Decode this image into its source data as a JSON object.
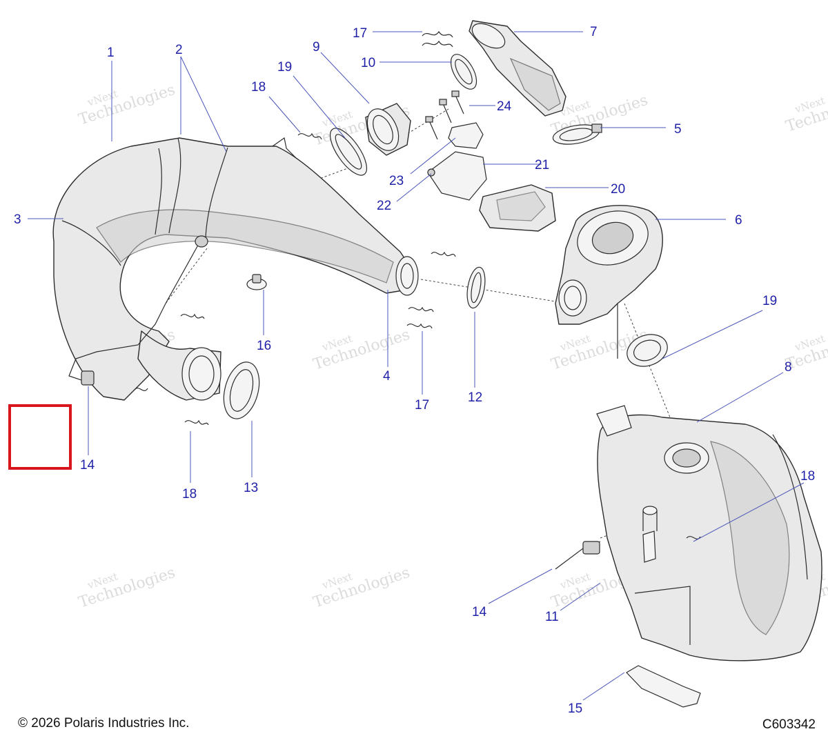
{
  "copyright": "© 2026 Polaris Industries Inc.",
  "diagram_id": "C603342",
  "watermark": {
    "line1": "vNext",
    "line2": "Technologies"
  },
  "callouts": [
    {
      "id": "c1",
      "label": "1"
    },
    {
      "id": "c2",
      "label": "2"
    },
    {
      "id": "c3",
      "label": "3"
    },
    {
      "id": "c4",
      "label": "4"
    },
    {
      "id": "c5",
      "label": "5"
    },
    {
      "id": "c6",
      "label": "6"
    },
    {
      "id": "c7",
      "label": "7"
    },
    {
      "id": "c8",
      "label": "8"
    },
    {
      "id": "c9",
      "label": "9"
    },
    {
      "id": "c10",
      "label": "10"
    },
    {
      "id": "c11",
      "label": "11"
    },
    {
      "id": "c12",
      "label": "12"
    },
    {
      "id": "c13",
      "label": "13"
    },
    {
      "id": "c14a",
      "label": "14"
    },
    {
      "id": "c14b",
      "label": "14"
    },
    {
      "id": "c15",
      "label": "15"
    },
    {
      "id": "c16",
      "label": "16"
    },
    {
      "id": "c17a",
      "label": "17"
    },
    {
      "id": "c17b",
      "label": "17"
    },
    {
      "id": "c18a",
      "label": "18"
    },
    {
      "id": "c18b",
      "label": "18"
    },
    {
      "id": "c18c",
      "label": "18"
    },
    {
      "id": "c19a",
      "label": "19"
    },
    {
      "id": "c19b",
      "label": "19"
    },
    {
      "id": "c20",
      "label": "20"
    },
    {
      "id": "c21",
      "label": "21"
    },
    {
      "id": "c22",
      "label": "22"
    },
    {
      "id": "c23",
      "label": "23"
    },
    {
      "id": "c24",
      "label": "24"
    }
  ],
  "colors": {
    "callout": "#1f1fa8",
    "highlight": "#d8141c"
  }
}
